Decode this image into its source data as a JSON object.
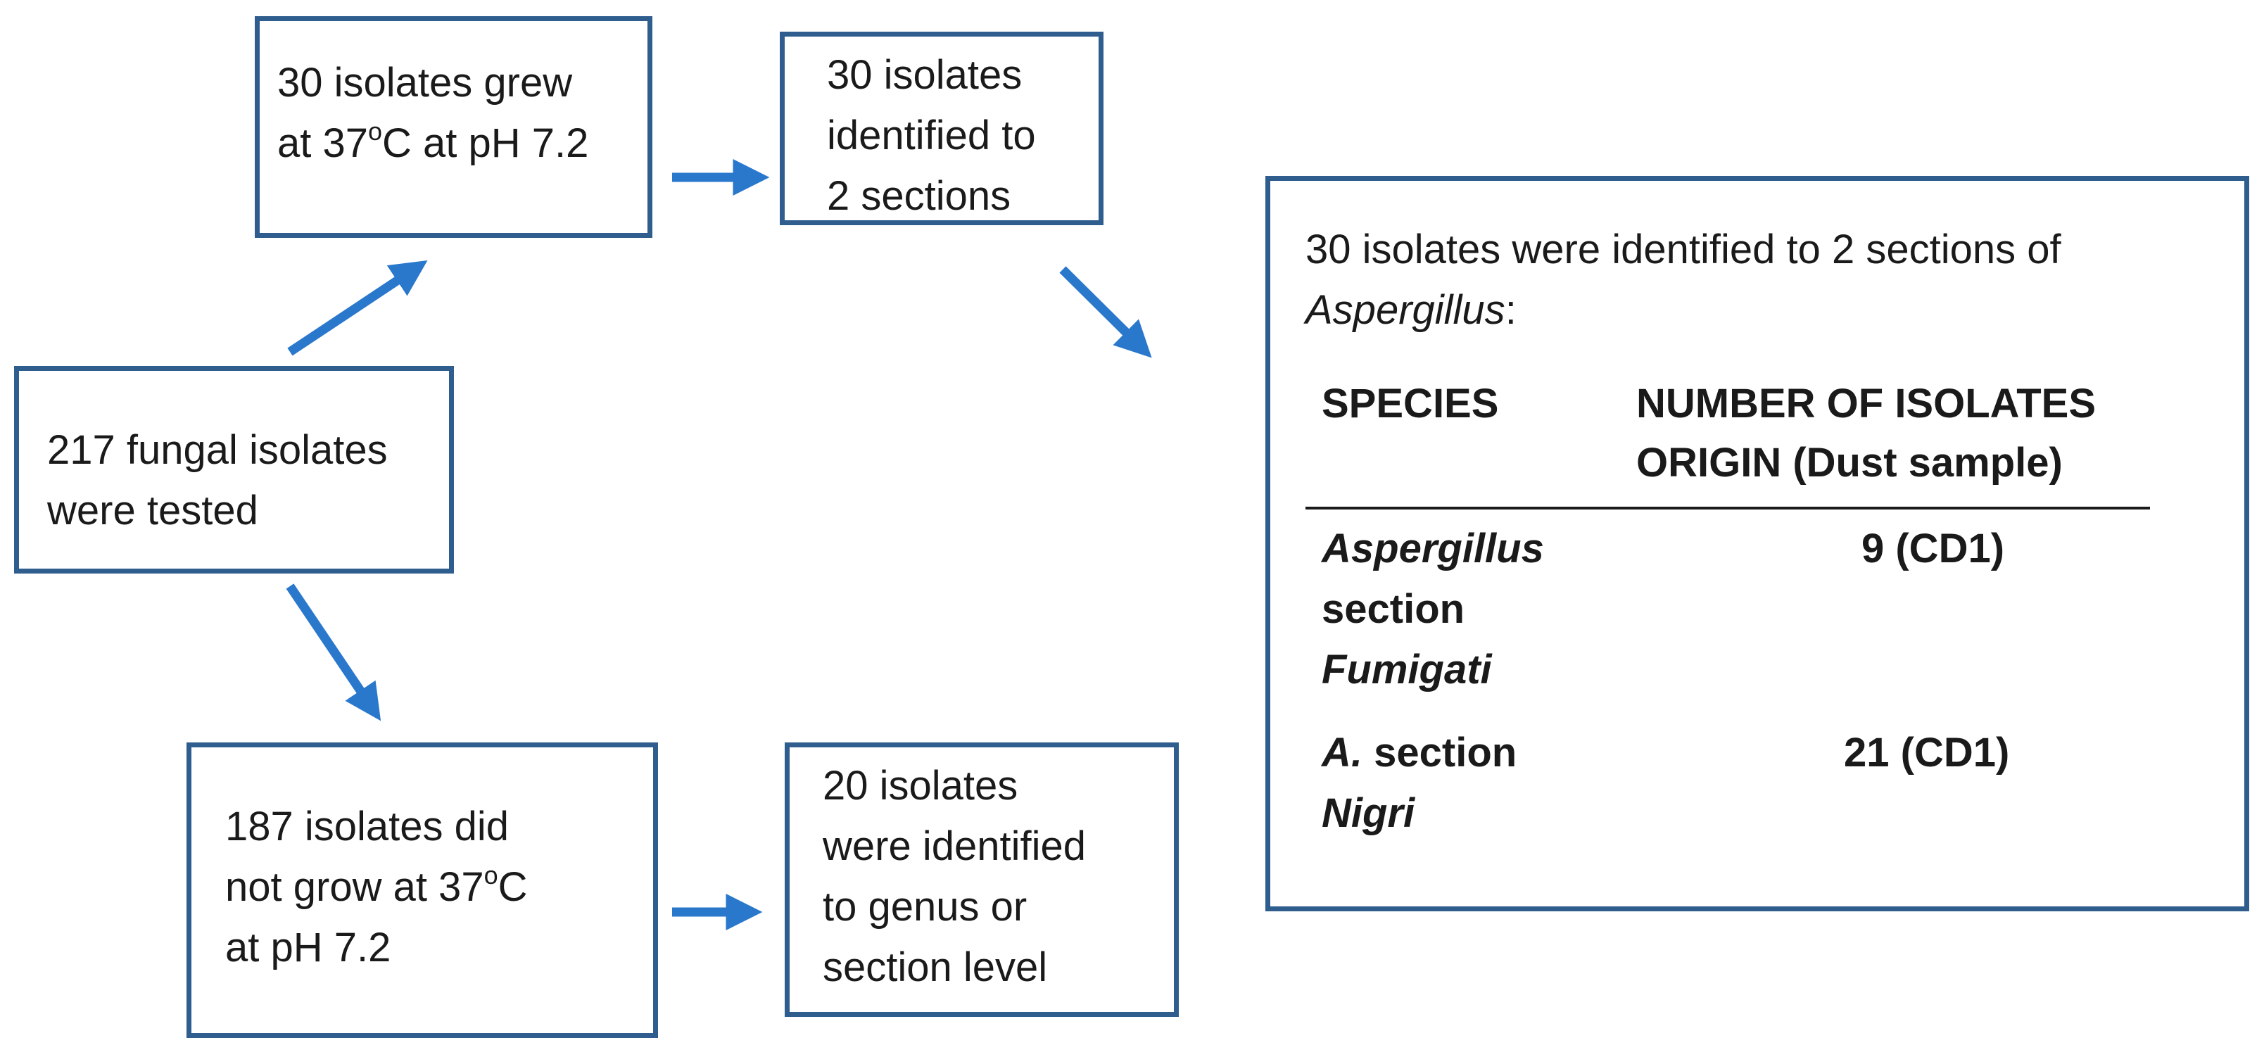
{
  "boxes": {
    "tested": {
      "line1": "217 fungal isolates",
      "line2": "were tested"
    },
    "grew": {
      "line1": "30 isolates grew",
      "line2_a": "at 37",
      "line2_sup": "o",
      "line2_b": "C at pH 7.2"
    },
    "identified": {
      "line1": "30 isolates",
      "line2": "identified to",
      "line3": "2 sections"
    },
    "did_not_grow": {
      "line1": "187 isolates did",
      "line2_a": "not grow at 37",
      "line2_sup": "o",
      "line2_b": "C",
      "line3": "at pH 7.2"
    },
    "genus_level": {
      "line1": "20 isolates",
      "line2": "were identified",
      "line3": "to genus or",
      "line4": "section level"
    }
  },
  "summary": {
    "intro_line1": "30 isolates were identified to 2 sections of",
    "intro_genus": "Aspergillus",
    "intro_colon": ":",
    "col_species": "SPECIES",
    "col_number_line1": "NUMBER OF ISOLATES",
    "col_number_line2": "ORIGIN  (Dust sample)",
    "rows": [
      {
        "species_line1": "Aspergillus",
        "species_line2": "section",
        "species_line3": "Fumigati",
        "count": "9  (CD1)"
      },
      {
        "species_line1_a": "A.",
        "species_line1_b": " section",
        "species_line2": "Nigri",
        "count": "21  (CD1)"
      }
    ]
  },
  "colors": {
    "box_border": "#2e5d8e",
    "arrow": "#2a78cc",
    "text": "#1a1a1a"
  }
}
